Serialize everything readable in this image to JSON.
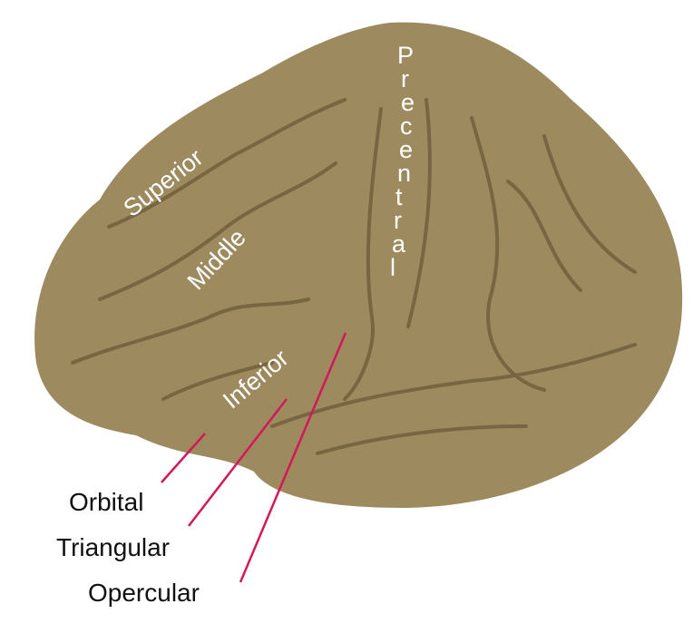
{
  "colors": {
    "brain": "#9d8a5f",
    "sulcus": "#6b5a38",
    "highlight": "#b8a57a",
    "leader": "#d3185a"
  },
  "gyri_labels": {
    "superior": "Superior",
    "middle": "Middle",
    "inferior": "Inferior"
  },
  "precentral": {
    "label": "Precentral",
    "letters": [
      "P",
      "r",
      "e",
      "c",
      "e",
      "n",
      "t",
      "r",
      "a",
      "l"
    ]
  },
  "callouts": {
    "orbital": "Orbital",
    "triangular": "Triangular",
    "opercular": "Opercular"
  }
}
